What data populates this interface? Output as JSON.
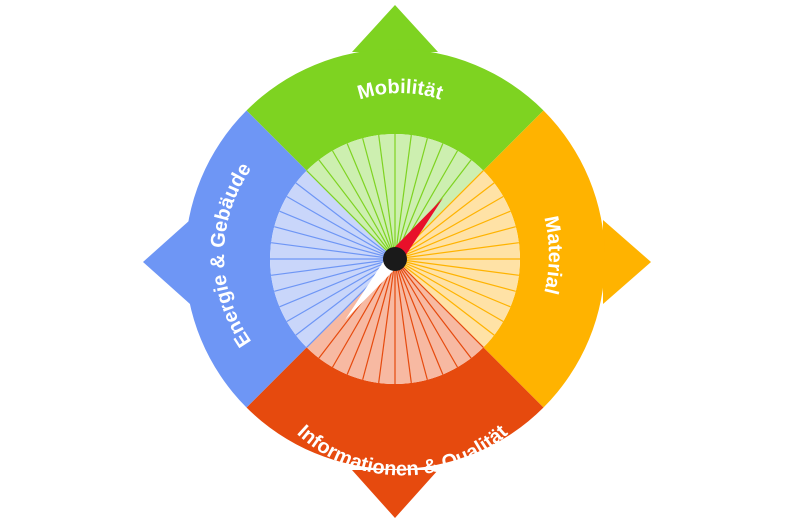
{
  "diagram": {
    "segments": [
      {
        "key": "mobility",
        "label": "Mobilität",
        "color": "#7ED321",
        "light": "#CDEFB0"
      },
      {
        "key": "material",
        "label": "Material",
        "color": "#FFB300",
        "light": "#FFE2A6"
      },
      {
        "key": "information",
        "label": "Informationen & Qualität",
        "color": "#E64A0E",
        "light": "#F7B9A2"
      },
      {
        "key": "energy",
        "label": "Energie & Gebäude",
        "color": "#6E96F5",
        "light": "#C9D6FA"
      }
    ],
    "spoke_color": "#4A7BE8",
    "needle": {
      "north_color": "#E8102A",
      "south_color": "#ffffff",
      "hub_color": "#1a1a1a"
    }
  }
}
